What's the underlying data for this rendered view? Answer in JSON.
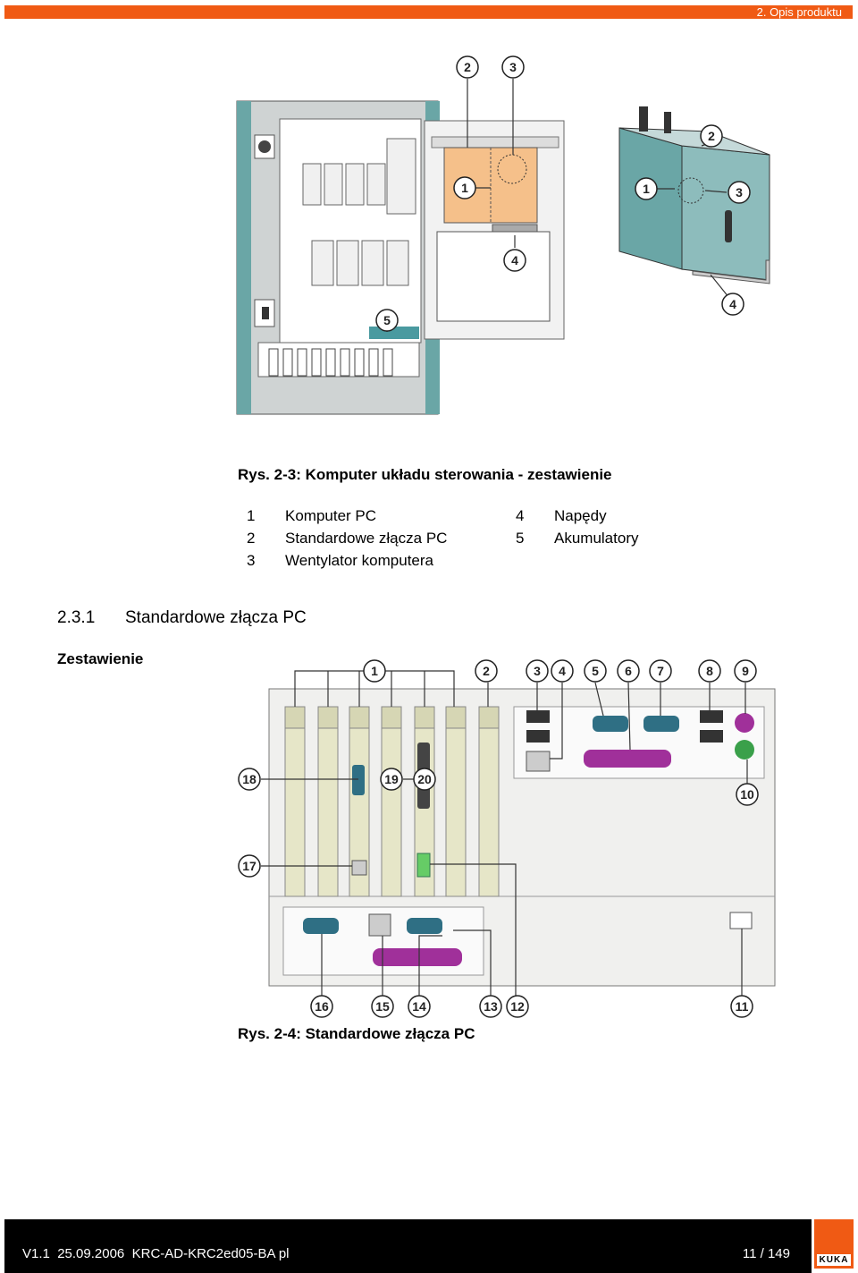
{
  "header": {
    "section": "2. Opis produktu"
  },
  "figure1": {
    "caption": "Rys. 2-3: Komputer układu sterowania - zestawienie",
    "callouts": [
      "1",
      "2",
      "3",
      "4",
      "5"
    ],
    "legend": [
      {
        "num": "1",
        "text": "Komputer PC"
      },
      {
        "num": "2",
        "text": "Standardowe złącza PC"
      },
      {
        "num": "3",
        "text": "Wentylator komputera"
      },
      {
        "num": "4",
        "text": "Napędy"
      },
      {
        "num": "5",
        "text": "Akumulatory"
      }
    ]
  },
  "section": {
    "number": "2.3.1",
    "title": "Standardowe złącza PC",
    "side_label": "Zestawienie"
  },
  "figure2": {
    "caption": "Rys. 2-4: Standardowe złącza PC",
    "callouts": [
      "1",
      "2",
      "3",
      "4",
      "5",
      "6",
      "7",
      "8",
      "9",
      "10",
      "11",
      "12",
      "13",
      "14",
      "15",
      "16",
      "17",
      "18",
      "19",
      "20"
    ]
  },
  "footer": {
    "left": "V1.1  25.09.2006  KRC-AD-KRC2ed05-BA pl",
    "page": "11 / 149",
    "logo": "KUKA"
  },
  "colors": {
    "accent": "#f05a14",
    "pc_highlight": "#f5c08a",
    "cabinet_teal": "#6aa6a6",
    "serial_port": "#2f6f84",
    "parallel_port": "#a0309a"
  }
}
